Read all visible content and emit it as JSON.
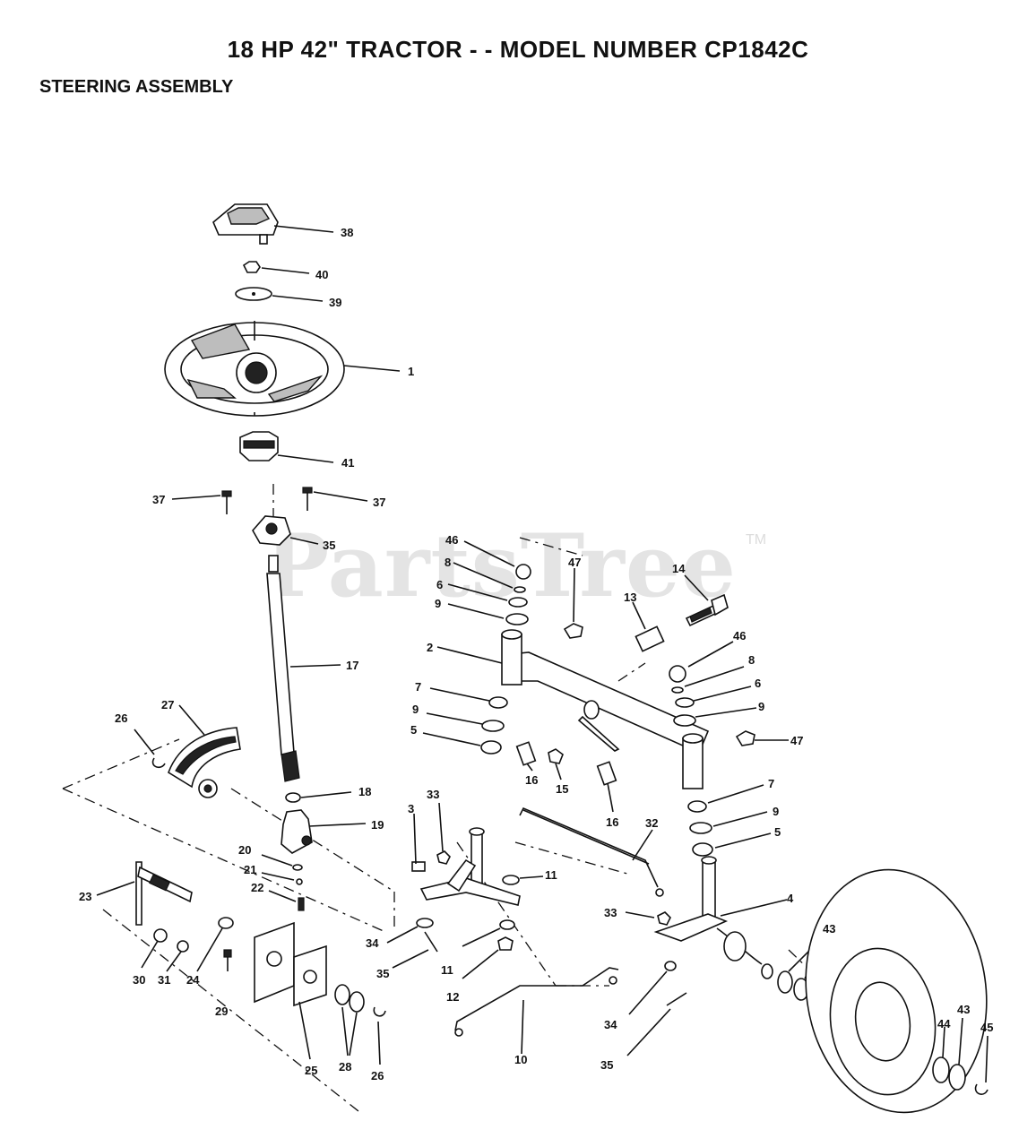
{
  "header": {
    "title": "18 HP 42\" TRACTOR - - MODEL NUMBER CP1842C",
    "section": "STEERING ASSEMBLY"
  },
  "watermark": {
    "text": "PartsTree",
    "tm": "TM"
  },
  "callouts": {
    "c38": "38",
    "c40": "40",
    "c39": "39",
    "c1": "1",
    "c41": "41",
    "c37a": "37",
    "c37b": "37",
    "c35a": "35",
    "c17": "17",
    "c26a": "26",
    "c27": "27",
    "c18": "18",
    "c19": "19",
    "c20": "20",
    "c21": "21",
    "c22": "22",
    "c23": "23",
    "c30": "30",
    "c31": "31",
    "c24": "24",
    "c29": "29",
    "c25": "25",
    "c28": "28",
    "c26b": "26",
    "c46a": "46",
    "c8a": "8",
    "c6a": "6",
    "c9a": "9",
    "c47a": "47",
    "c14": "14",
    "c13": "13",
    "c2": "2",
    "c7a": "7",
    "c9b": "9",
    "c5a": "5",
    "c16a": "16",
    "c15": "15",
    "c16b": "16",
    "c46b": "46",
    "c8b": "8",
    "c6b": "6",
    "c9c": "9",
    "c47b": "47",
    "c7b": "7",
    "c9d": "9",
    "c5b": "5",
    "c3": "3",
    "c33a": "33",
    "c32": "32",
    "c11a": "11",
    "c34a": "34",
    "c35b": "35",
    "c11b": "11",
    "c12": "12",
    "c10": "10",
    "c33b": "33",
    "c4": "4",
    "c34b": "34",
    "c35c": "35",
    "c43a": "43",
    "c44": "44",
    "c43b": "43",
    "c45": "45"
  }
}
